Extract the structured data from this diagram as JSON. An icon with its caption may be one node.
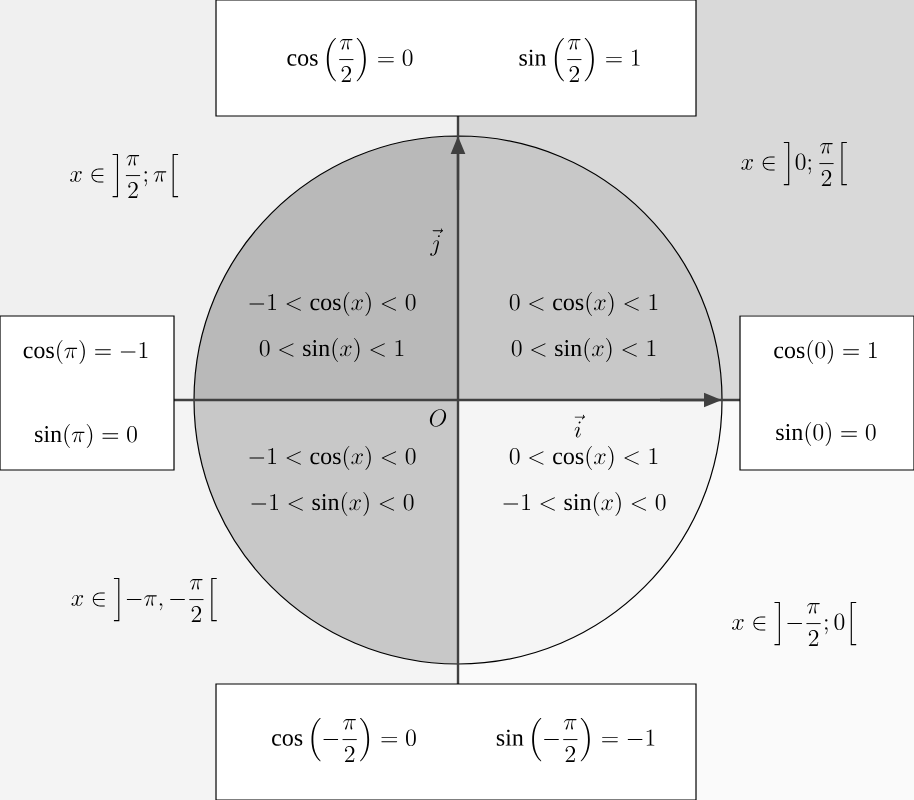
{
  "diagram": {
    "nodes": [
      {
        "text": [
          "\\cos\\left(\\dfrac{\\pi}{2}\\right)=0",
          "\\sin\\left(\\dfrac{\\pi}{2}\\right)=1"
        ]
      },
      {
        "text": [
          "\\cos(\\pi)=-1",
          "\\sin(\\pi)=0"
        ]
      },
      {
        "text": [
          "\\cos(0)=1",
          "\\sin(0)=0"
        ]
      },
      {
        "text": [
          "\\cos\\left(-\\dfrac{\\pi}{2}\\right)=0",
          "\\sin\\left(-\\dfrac{\\pi}{2}\\right)=-1"
        ]
      },
      {
        "text": [
          "-1<\\cos(x)<0",
          "0<\\sin(x)<1"
        ]
      },
      {
        "text": [
          "0<\\cos(x)<1",
          "0<\\sin(x)<1"
        ]
      },
      {
        "text": [
          "-1<\\cos(x)<0",
          "-1<\\sin(x)<0"
        ]
      },
      {
        "text": [
          "0<\\cos(x)<1",
          "-1<\\sin(x)<0"
        ]
      }
    ],
    "labels": [
      "x\\in\\left]\\dfrac{\\pi}{2};\\pi\\right[",
      "x\\in\\left]0;\\dfrac{\\pi}{2}\\right[",
      "\\vec{j}",
      "\\vec{i}",
      "O",
      "x\\in\\left]-\\pi,-\\dfrac{\\pi}{2}\\right[",
      "x\\in\\left]-\\dfrac{\\pi}{2};0\\right["
    ]
  }
}
